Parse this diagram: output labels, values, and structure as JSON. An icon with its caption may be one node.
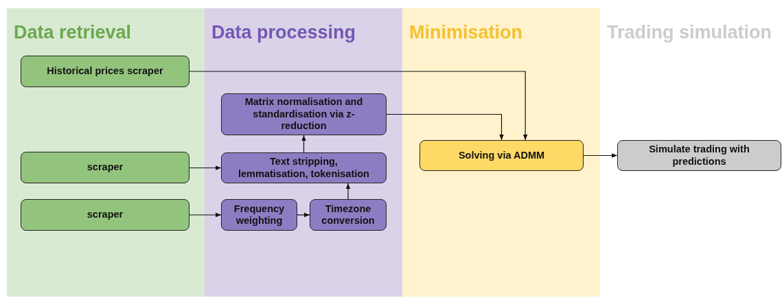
{
  "diagram": {
    "nodes": [
      {
        "text": [
          "Data retrieval"
        ]
      },
      {
        "text": [
          "Data processing"
        ]
      },
      {
        "text": [
          "Minimisation"
        ]
      },
      {
        "text": [
          "Trading simulation"
        ]
      },
      {
        "text": [
          "Historical prices scraper"
        ],
        "in": 0
      },
      {
        "text": [
          "scraper"
        ],
        "in": 0
      },
      {
        "text": [
          "scraper"
        ],
        "in": 0
      },
      {
        "text": [
          "Matrix normalisation and standardisation via z-reduction"
        ],
        "in": 1
      },
      {
        "text": [
          "Text stripping, lemmatisation, tokenisation"
        ],
        "in": 1
      },
      {
        "text": [
          "Frequency weighting"
        ],
        "in": 1
      },
      {
        "text": [
          "Timezone conversion"
        ],
        "in": 1
      },
      {
        "text": [
          "Solving via ADMM"
        ],
        "in": 2
      },
      {
        "text": [
          "Simulate trading with predictions"
        ],
        "in": 3
      }
    ],
    "edges": [
      {
        "from": 4,
        "to": 11,
        "arrow": "to"
      },
      {
        "from": 7,
        "to": 11,
        "arrow": "to"
      },
      {
        "from": 5,
        "to": 8,
        "arrow": "to"
      },
      {
        "from": 6,
        "to": 9,
        "arrow": "to"
      },
      {
        "from": 9,
        "to": 10,
        "arrow": "to"
      },
      {
        "from": 10,
        "to": 8,
        "arrow": "to"
      },
      {
        "from": 8,
        "to": 7,
        "arrow": "to"
      },
      {
        "from": 11,
        "to": 12,
        "arrow": "to"
      }
    ]
  }
}
